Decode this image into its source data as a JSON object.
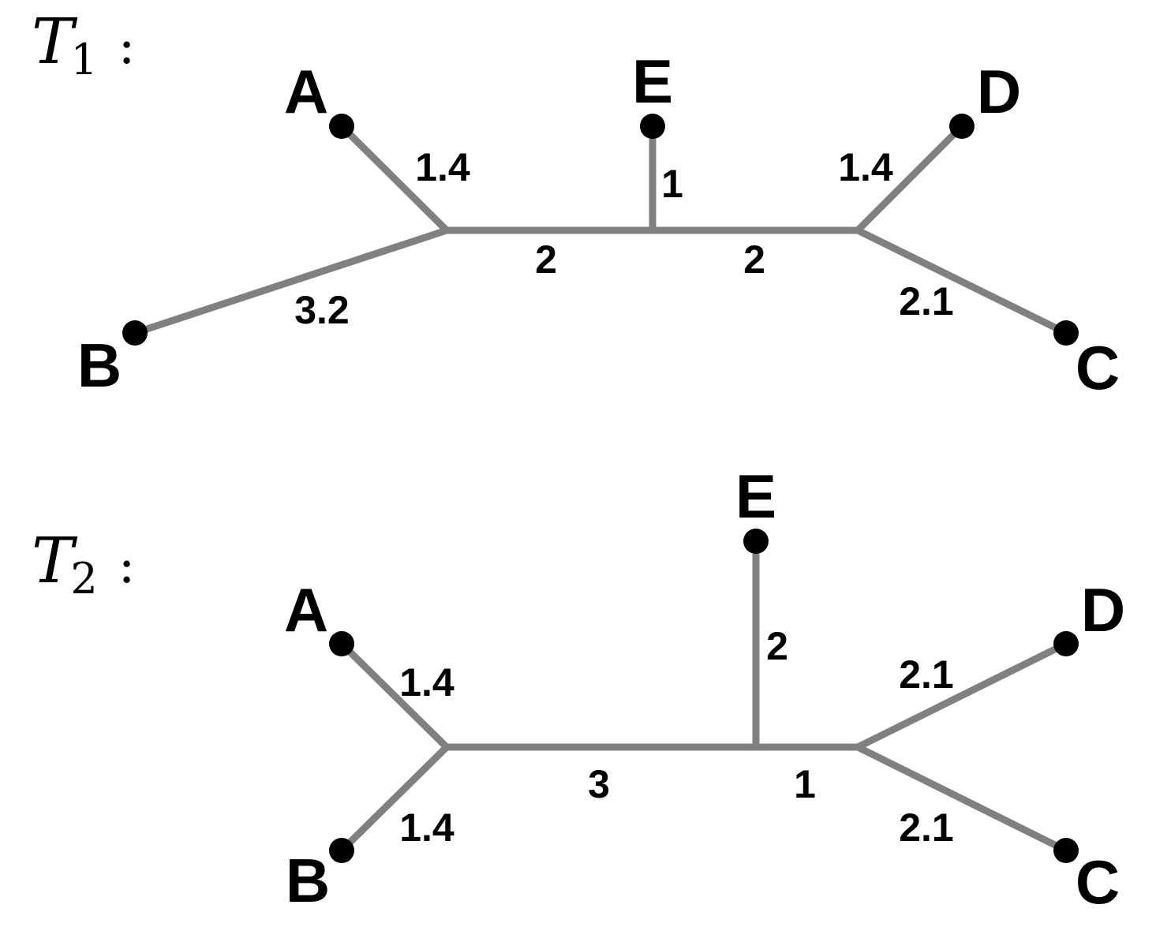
{
  "trees": [
    {
      "name": "T",
      "subscript": "1",
      "colon": ":",
      "leaves": {
        "A": "A",
        "B": "B",
        "C": "C",
        "D": "D",
        "E": "E"
      },
      "branch_lengths": {
        "A": "1.4",
        "B": "3.2",
        "E": "1",
        "D": "1.4",
        "C": "2.1",
        "internal_left": "2",
        "internal_right": "2"
      }
    },
    {
      "name": "T",
      "subscript": "2",
      "colon": ":",
      "leaves": {
        "A": "A",
        "B": "B",
        "C": "C",
        "D": "D",
        "E": "E"
      },
      "branch_lengths": {
        "A": "1.4",
        "B": "1.4",
        "E": "2",
        "D": "2.1",
        "C": "2.1",
        "internal_left": "3",
        "internal_right": "1"
      }
    }
  ],
  "colors": {
    "edge": "#808080",
    "node": "#000000",
    "text": "#000000"
  }
}
